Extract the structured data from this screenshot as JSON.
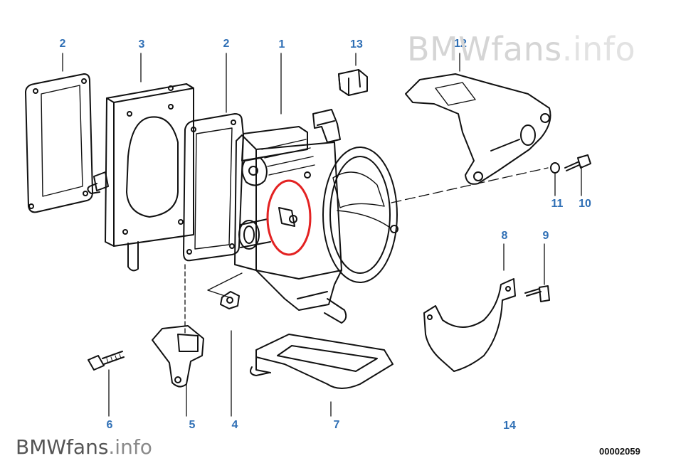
{
  "watermark_top": {
    "brand": "BMWfans",
    "ext": ".info"
  },
  "watermark_bottom": {
    "brand": "BMWfans",
    "ext": ".info"
  },
  "diagram_code": "00002059",
  "callouts": {
    "n2a": "2",
    "n3": "3",
    "n2b": "2",
    "n1": "1",
    "n13": "13",
    "n12": "12",
    "n11": "11",
    "n10": "10",
    "n8": "8",
    "n9": "9",
    "n6": "6",
    "n5": "5",
    "n4": "4",
    "n7": "7",
    "n14": "14"
  },
  "colors": {
    "label": "#2f6fb5",
    "highlight": "#e32222",
    "line": "#111111"
  }
}
